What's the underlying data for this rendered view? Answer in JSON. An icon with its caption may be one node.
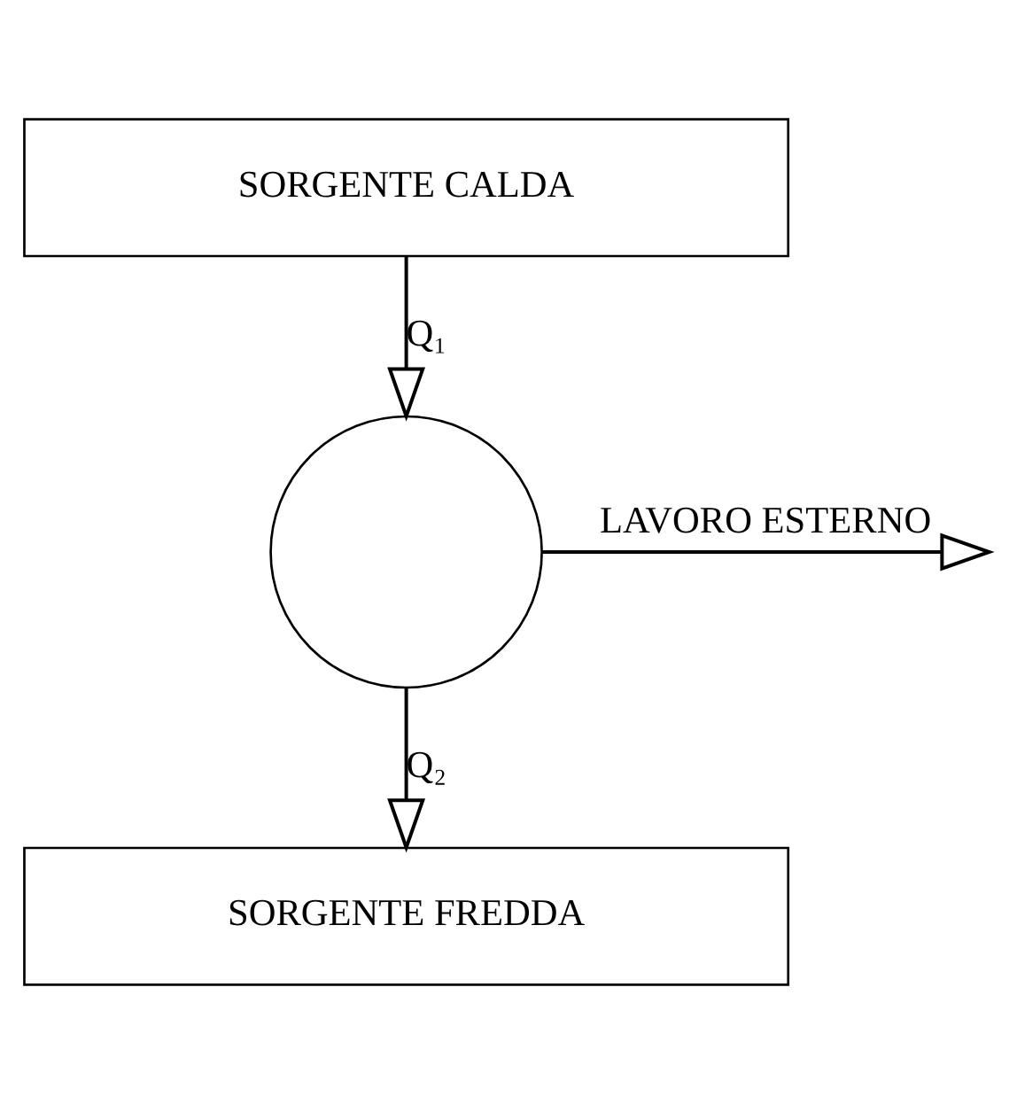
{
  "diagram": {
    "nodes": [
      {
        "text": [
          "SORGENTE CALDA"
        ]
      },
      {
        "text": [],
        "shape": "circle"
      },
      {
        "text": [
          "SORGENTE FREDDA"
        ]
      }
    ],
    "edges": [
      {
        "from": 0,
        "to": 1,
        "arrow": "to",
        "label": "Q₁"
      },
      {
        "from": 1,
        "to": null,
        "arrow": "to",
        "label": "LAVORO ESTERNO"
      },
      {
        "from": 1,
        "to": 2,
        "arrow": "to",
        "label": "Q₂"
      }
    ]
  }
}
